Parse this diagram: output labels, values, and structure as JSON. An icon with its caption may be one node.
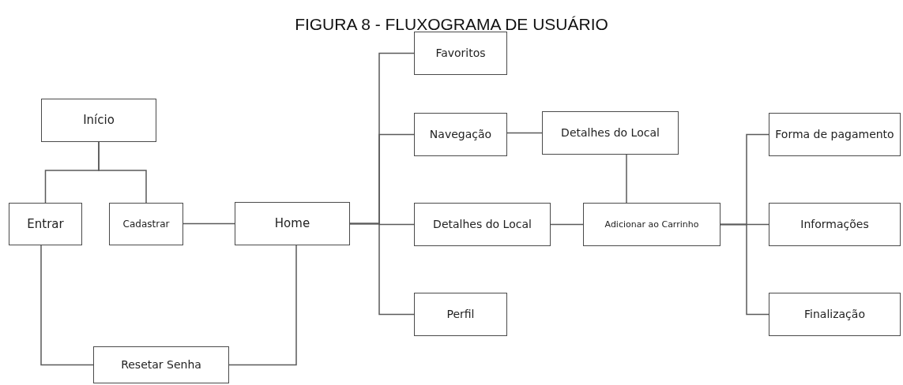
{
  "diagram": {
    "title": "FIGURA 8 - FLUXOGRAMA DE USUÁRIO",
    "nodes": [
      {
        "text": [
          "Início"
        ]
      },
      {
        "text": [
          "Entrar"
        ]
      },
      {
        "text": [
          "Cadastrar"
        ]
      },
      {
        "text": [
          "Home"
        ]
      },
      {
        "text": [
          "Resetar Senha"
        ]
      },
      {
        "text": [
          "Favoritos"
        ]
      },
      {
        "text": [
          "Navegação"
        ]
      },
      {
        "text": [
          "Detalhes do Local"
        ]
      },
      {
        "text": [
          "Detalhes do Local"
        ]
      },
      {
        "text": [
          "Perfil"
        ]
      },
      {
        "text": [
          "Adicionar ao Carrinho"
        ]
      },
      {
        "text": [
          "Forma de pagamento"
        ]
      },
      {
        "text": [
          "Informações"
        ]
      },
      {
        "text": [
          "Finalização"
        ]
      }
    ],
    "edges": [
      {
        "from": 0,
        "to": 1,
        "arrow": "none"
      },
      {
        "from": 0,
        "to": 2,
        "arrow": "none"
      },
      {
        "from": 2,
        "to": 3,
        "arrow": "none"
      },
      {
        "from": 1,
        "to": 4,
        "arrow": "none"
      },
      {
        "from": 3,
        "to": 4,
        "arrow": "none"
      },
      {
        "from": 3,
        "to": 5,
        "arrow": "none"
      },
      {
        "from": 3,
        "to": 6,
        "arrow": "none"
      },
      {
        "from": 3,
        "to": 8,
        "arrow": "none"
      },
      {
        "from": 3,
        "to": 9,
        "arrow": "none"
      },
      {
        "from": 6,
        "to": 7,
        "arrow": "none"
      },
      {
        "from": 8,
        "to": 10,
        "arrow": "none"
      },
      {
        "from": 7,
        "to": 10,
        "arrow": "none"
      },
      {
        "from": 10,
        "to": 11,
        "arrow": "none"
      },
      {
        "from": 10,
        "to": 12,
        "arrow": "none"
      },
      {
        "from": 10,
        "to": 13,
        "arrow": "none"
      }
    ]
  }
}
